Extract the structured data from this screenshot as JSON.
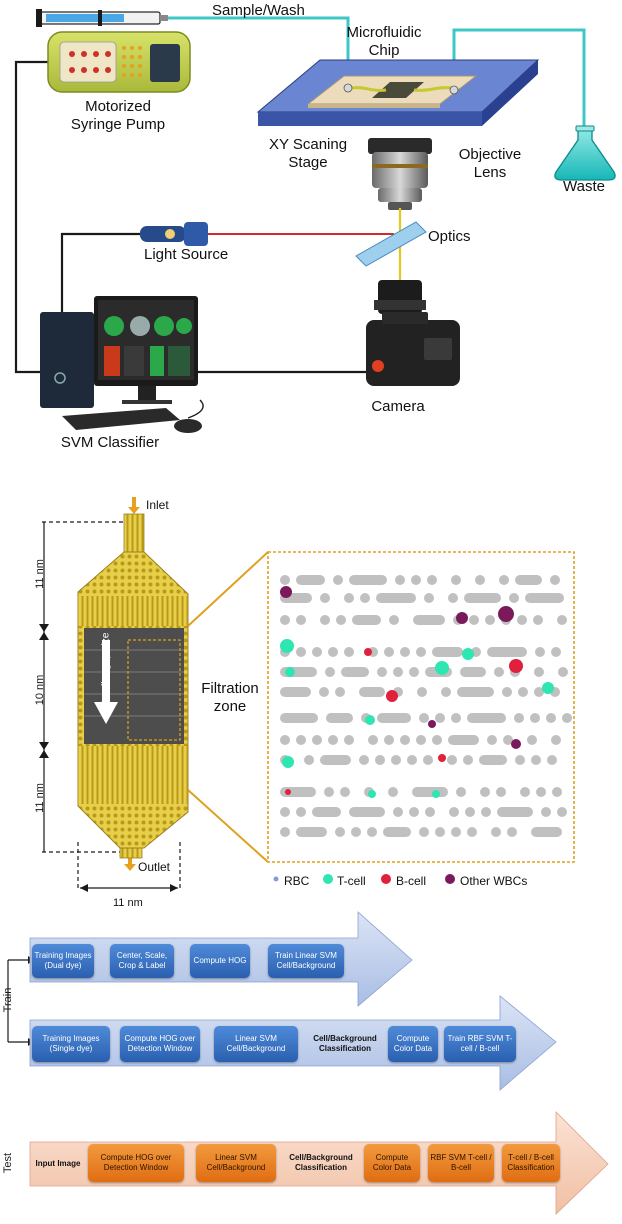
{
  "setup": {
    "sample_wash": "Sample/Wash",
    "microfluidic_chip": [
      "Microfluidic",
      "Chip"
    ],
    "syringe_pump": [
      "Motorized",
      "Syringe Pump"
    ],
    "xy_stage": [
      "XY Scaning",
      "Stage"
    ],
    "objective_lens": [
      "Objective",
      "Lens"
    ],
    "waste": "Waste",
    "optics": "Optics",
    "light_source": "Light Source",
    "camera": "Camera",
    "svm_classifier": "SVM Classifier",
    "colors": {
      "fluid_line": "#3fc7c7",
      "cable": "#1a1a1a",
      "laser": "#d62828",
      "emission": "#e8c51c",
      "stage": "#5a78c8",
      "chip": "#e8d4b0"
    }
  },
  "chip": {
    "inlet": "Inlet",
    "outlet": "Outlet",
    "gap_arrow": "Smaller gap size",
    "filtration_zone": [
      "Filtration",
      "zone"
    ],
    "dim_top": "11 nm",
    "dim_mid": "10 nm",
    "dim_bottom": "11 nm",
    "dim_width": "11 nm",
    "legend": [
      {
        "label": "RBC",
        "color": "#8a9ad8"
      },
      {
        "label": "T-cell",
        "color": "#2ee6b2"
      },
      {
        "label": "B-cell",
        "color": "#e0203c"
      },
      {
        "label": "Other WBCs",
        "color": "#7a1a5c"
      }
    ],
    "colors": {
      "chip_body": "#e8cf4a",
      "chip_pattern": "#b89a1a",
      "filter_zone": "#4a4a4a",
      "zoom_border": "#e0a020",
      "post": "#c0c0c0"
    }
  },
  "pipeline": {
    "train_label": "Train",
    "test_label": "Test",
    "train_row1": [
      "Training Images (Dual dye)",
      "Center, Scale, Crop & Label",
      "Compute HOG",
      "Train Linear SVM Cell/Background"
    ],
    "train_row2": [
      "Training Images (Single dye)",
      "Compute HOG over Detection Window",
      "Linear SVM Cell/Background",
      "Cell/Background Classification",
      "Compute Color Data",
      "Train RBF SVM T-cell / B-cell"
    ],
    "test_row": [
      "Input Image",
      "Compute HOG over Detection Window",
      "Linear SVM Cell/Background",
      "Cell/Background Classification",
      "Compute Color Data",
      "RBF SVM T-cell / B-cell",
      "T-cell / B-cell Classification"
    ],
    "colors": {
      "train_arrow": "#c5d4ee",
      "test_arrow": "#f7d4c0",
      "blue_box": "#3a70c4",
      "orange_box": "#ec7f22"
    }
  }
}
